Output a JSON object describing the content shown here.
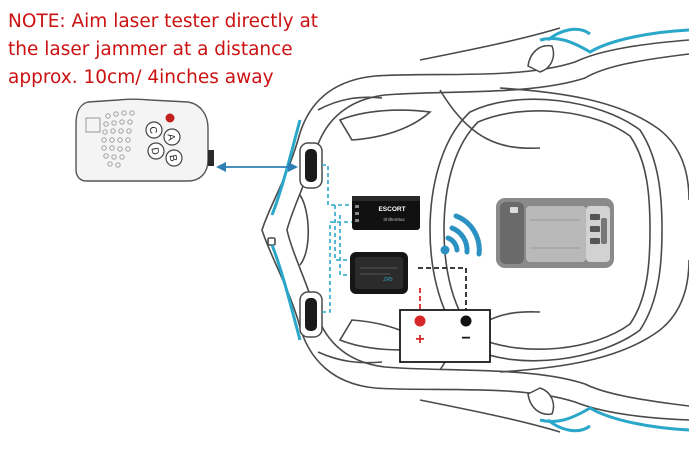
{
  "note": {
    "lines": [
      "NOTE: Aim laser tester directly at",
      "the laser jammer at a distance",
      "approx. 10cm/ 4inches away"
    ]
  },
  "remote": {
    "buttons": [
      "A",
      "B",
      "C",
      "D"
    ]
  },
  "controller": {
    "brand": "ESCORT",
    "model": "ShifterMax"
  },
  "interface_module": {
    "line1": "ZR5"
  },
  "battery": {
    "positive_symbol": "+",
    "negative_symbol": "−"
  },
  "colors": {
    "note_text": "#cc1111",
    "car_accent": "#2aa7c9",
    "car_outline": "#4a4a4a",
    "wire_blue": "#2aa7c9",
    "wire_red": "#d62828",
    "wire_black": "#222222",
    "arrow": "#2f7fb5"
  },
  "icons": {
    "remote": "laser-tester-remote-icon",
    "signal": "wireless-signal-icon",
    "detector": "radar-detector-icon"
  }
}
